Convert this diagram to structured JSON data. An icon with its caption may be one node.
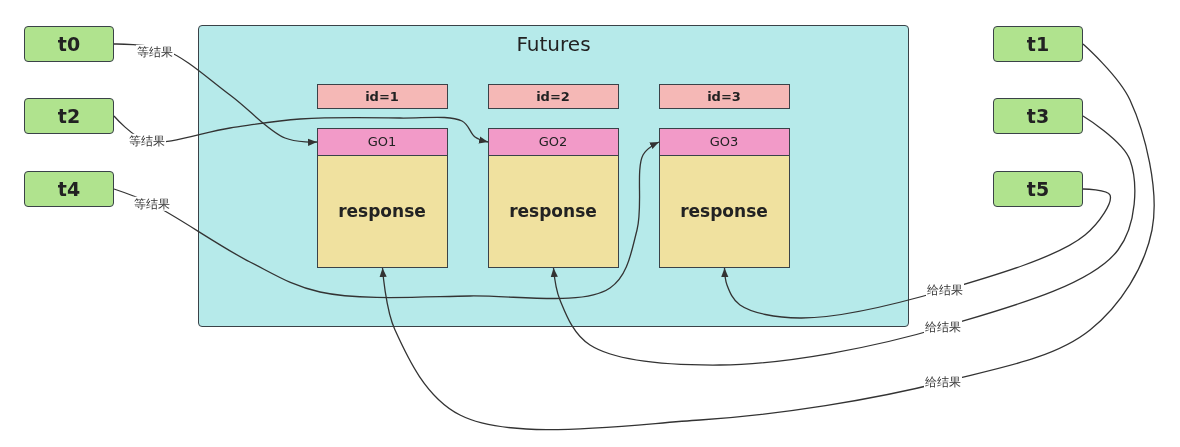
{
  "diagram": {
    "nodes": [
      {
        "text": [
          "t0"
        ]
      },
      {
        "text": [
          "Futures"
        ]
      },
      {
        "text": [
          "t1"
        ]
      },
      {
        "text": [
          "id=1"
        ],
        "in": 1
      },
      {
        "text": [
          "id=2"
        ],
        "in": 1
      },
      {
        "text": [
          "id=3"
        ],
        "in": 1
      },
      {
        "text": [
          "t2"
        ]
      },
      {
        "text": [
          "t3"
        ]
      },
      {
        "text": [
          "GO1"
        ],
        "in": 1
      },
      {
        "text": [
          "GO2"
        ],
        "in": 1
      },
      {
        "text": [
          "GO3"
        ],
        "in": 1
      },
      {
        "text": [
          "t4"
        ]
      },
      {
        "text": [
          "t5"
        ]
      },
      {
        "text": [
          "response"
        ],
        "in": 1
      },
      {
        "text": [
          "response"
        ],
        "in": 1
      },
      {
        "text": [
          "response"
        ],
        "in": 1
      }
    ],
    "edges": [
      {
        "from": 0,
        "to": 8,
        "arrow": "to",
        "label": "等结果"
      },
      {
        "from": 6,
        "to": 9,
        "arrow": "to",
        "label": "等结果"
      },
      {
        "from": 11,
        "to": 10,
        "arrow": "to",
        "label": "等结果"
      },
      {
        "from": 2,
        "to": 13,
        "arrow": "to",
        "label": "给结果"
      },
      {
        "from": 7,
        "to": 14,
        "arrow": "to",
        "label": "给结果"
      },
      {
        "from": 12,
        "to": 15,
        "arrow": "to",
        "label": "给结果"
      }
    ]
  }
}
